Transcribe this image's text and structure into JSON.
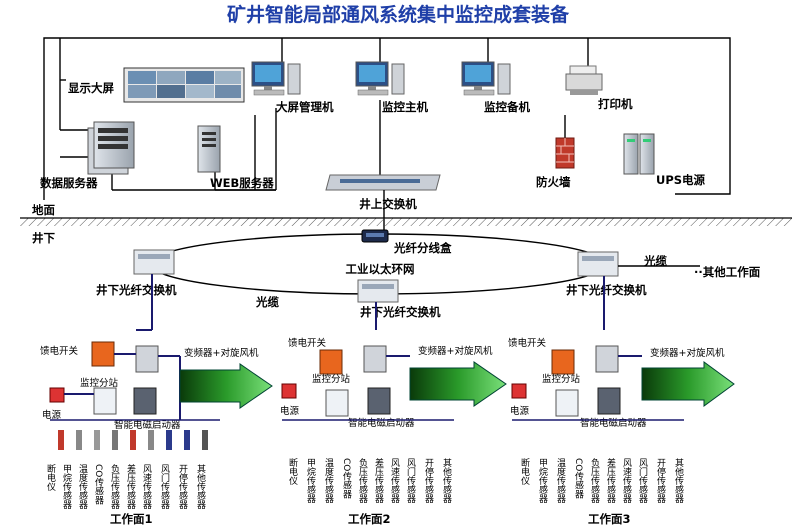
{
  "title": "矿井智能局部通风系统集中监控成套装备",
  "surface": {
    "ground_label": "地面",
    "display_wall": "显示大屏",
    "big_screen_pc": "大屏管理机",
    "monitor_host": "监控主机",
    "backup_host": "监控备机",
    "printer": "打印机",
    "data_server": "数据服务器",
    "web_server": "WEB服务器",
    "firewall": "防火墙",
    "ups": "UPS电源",
    "switch": "井上交换机"
  },
  "underground": {
    "label": "井下",
    "fiber_splitter": "光纤分线盒",
    "ring_label": "工业以太环网",
    "cable_label": "光缆",
    "cable_label_right": "光缆",
    "other_faces": "··其他工作面",
    "switch_label": "井下光纤交换机"
  },
  "workface": {
    "feeder_switch": "馈电开关",
    "monitor_substation": "监控分站",
    "power": "电源",
    "starter": "智能电磁启动器",
    "vfd_fan": "变频器+对旋风机",
    "sensors": [
      "断电仪",
      "甲烷传感器",
      "温度传感器",
      "CO传感器",
      "负压传感器",
      "差压传感器",
      "风速传感器",
      "风门传感器",
      "开停传感器",
      "其他传感器"
    ],
    "names": [
      "工作面1",
      "工作面2",
      "工作面3"
    ]
  }
}
